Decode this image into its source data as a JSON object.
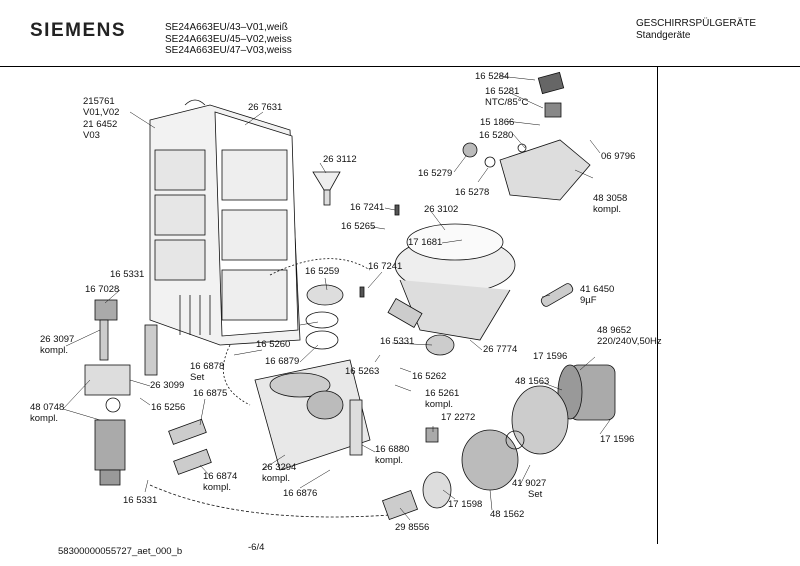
{
  "header": {
    "brand": "SIEMENS",
    "models": [
      "SE24A663EU/43–V01,weiß",
      "SE24A663EU/45–V02,weiss",
      "SE24A663EU/47–V03,weiss"
    ],
    "category": "GESCHIRRSPÜLGERÄTE",
    "subcategory": "Standgeräte"
  },
  "footer": {
    "doc_id": "58300000055727_aet_000_b",
    "page": "-6/4"
  },
  "labels": {
    "l1": "16 5284",
    "l2": "16 5281",
    "l3": "NTC/85°C",
    "l4": "15 1866",
    "l5": "16 5280",
    "l6": "06 9796",
    "l7": "16 5279",
    "l8": "16 5278",
    "l9": "48 3058",
    "l10": "kompl.",
    "l11": "215761",
    "l12": "V01,V02",
    "l13": "21 6452",
    "l14": "V03",
    "l15": "26 7631",
    "l16": "26 3112",
    "l17": "16 7241",
    "l18": "16 5265",
    "l19": "26 3102",
    "l20": "17 1681",
    "l21": "16 5331",
    "l22": "16 7028",
    "l23": "16 5259",
    "l24": "16 7241",
    "l25": "41 6450",
    "l26": "9µF",
    "l27": "26 3097",
    "l28": "kompl.",
    "l29": "16 5260",
    "l30": "16 6878",
    "l31": "Set",
    "l32": "16 6879",
    "l33": "16 5331",
    "l34": "16 5263",
    "l35": "16 5262",
    "l36": "26 7774",
    "l37": "48 9652",
    "l38": "220/240V,50Hz",
    "l39": "17 1596",
    "l40": "26 3099",
    "l41": "48 0748",
    "l42": "kompl.",
    "l43": "16 5256",
    "l44": "16 6875",
    "l45": "16 5261",
    "l46": "kompl.",
    "l47": "48 1563",
    "l48": "17 2272",
    "l49": "17 1596",
    "l50": "16 6880",
    "l51": "kompl.",
    "l52": "26 3294",
    "l53": "kompl.",
    "l54": "16 6874",
    "l55": "kompl.",
    "l56": "16 5331",
    "l57": "16 6876",
    "l58": "41 9027",
    "l59": "Set",
    "l60": "17 1598",
    "l61": "48 1562",
    "l62": "29 8556"
  }
}
